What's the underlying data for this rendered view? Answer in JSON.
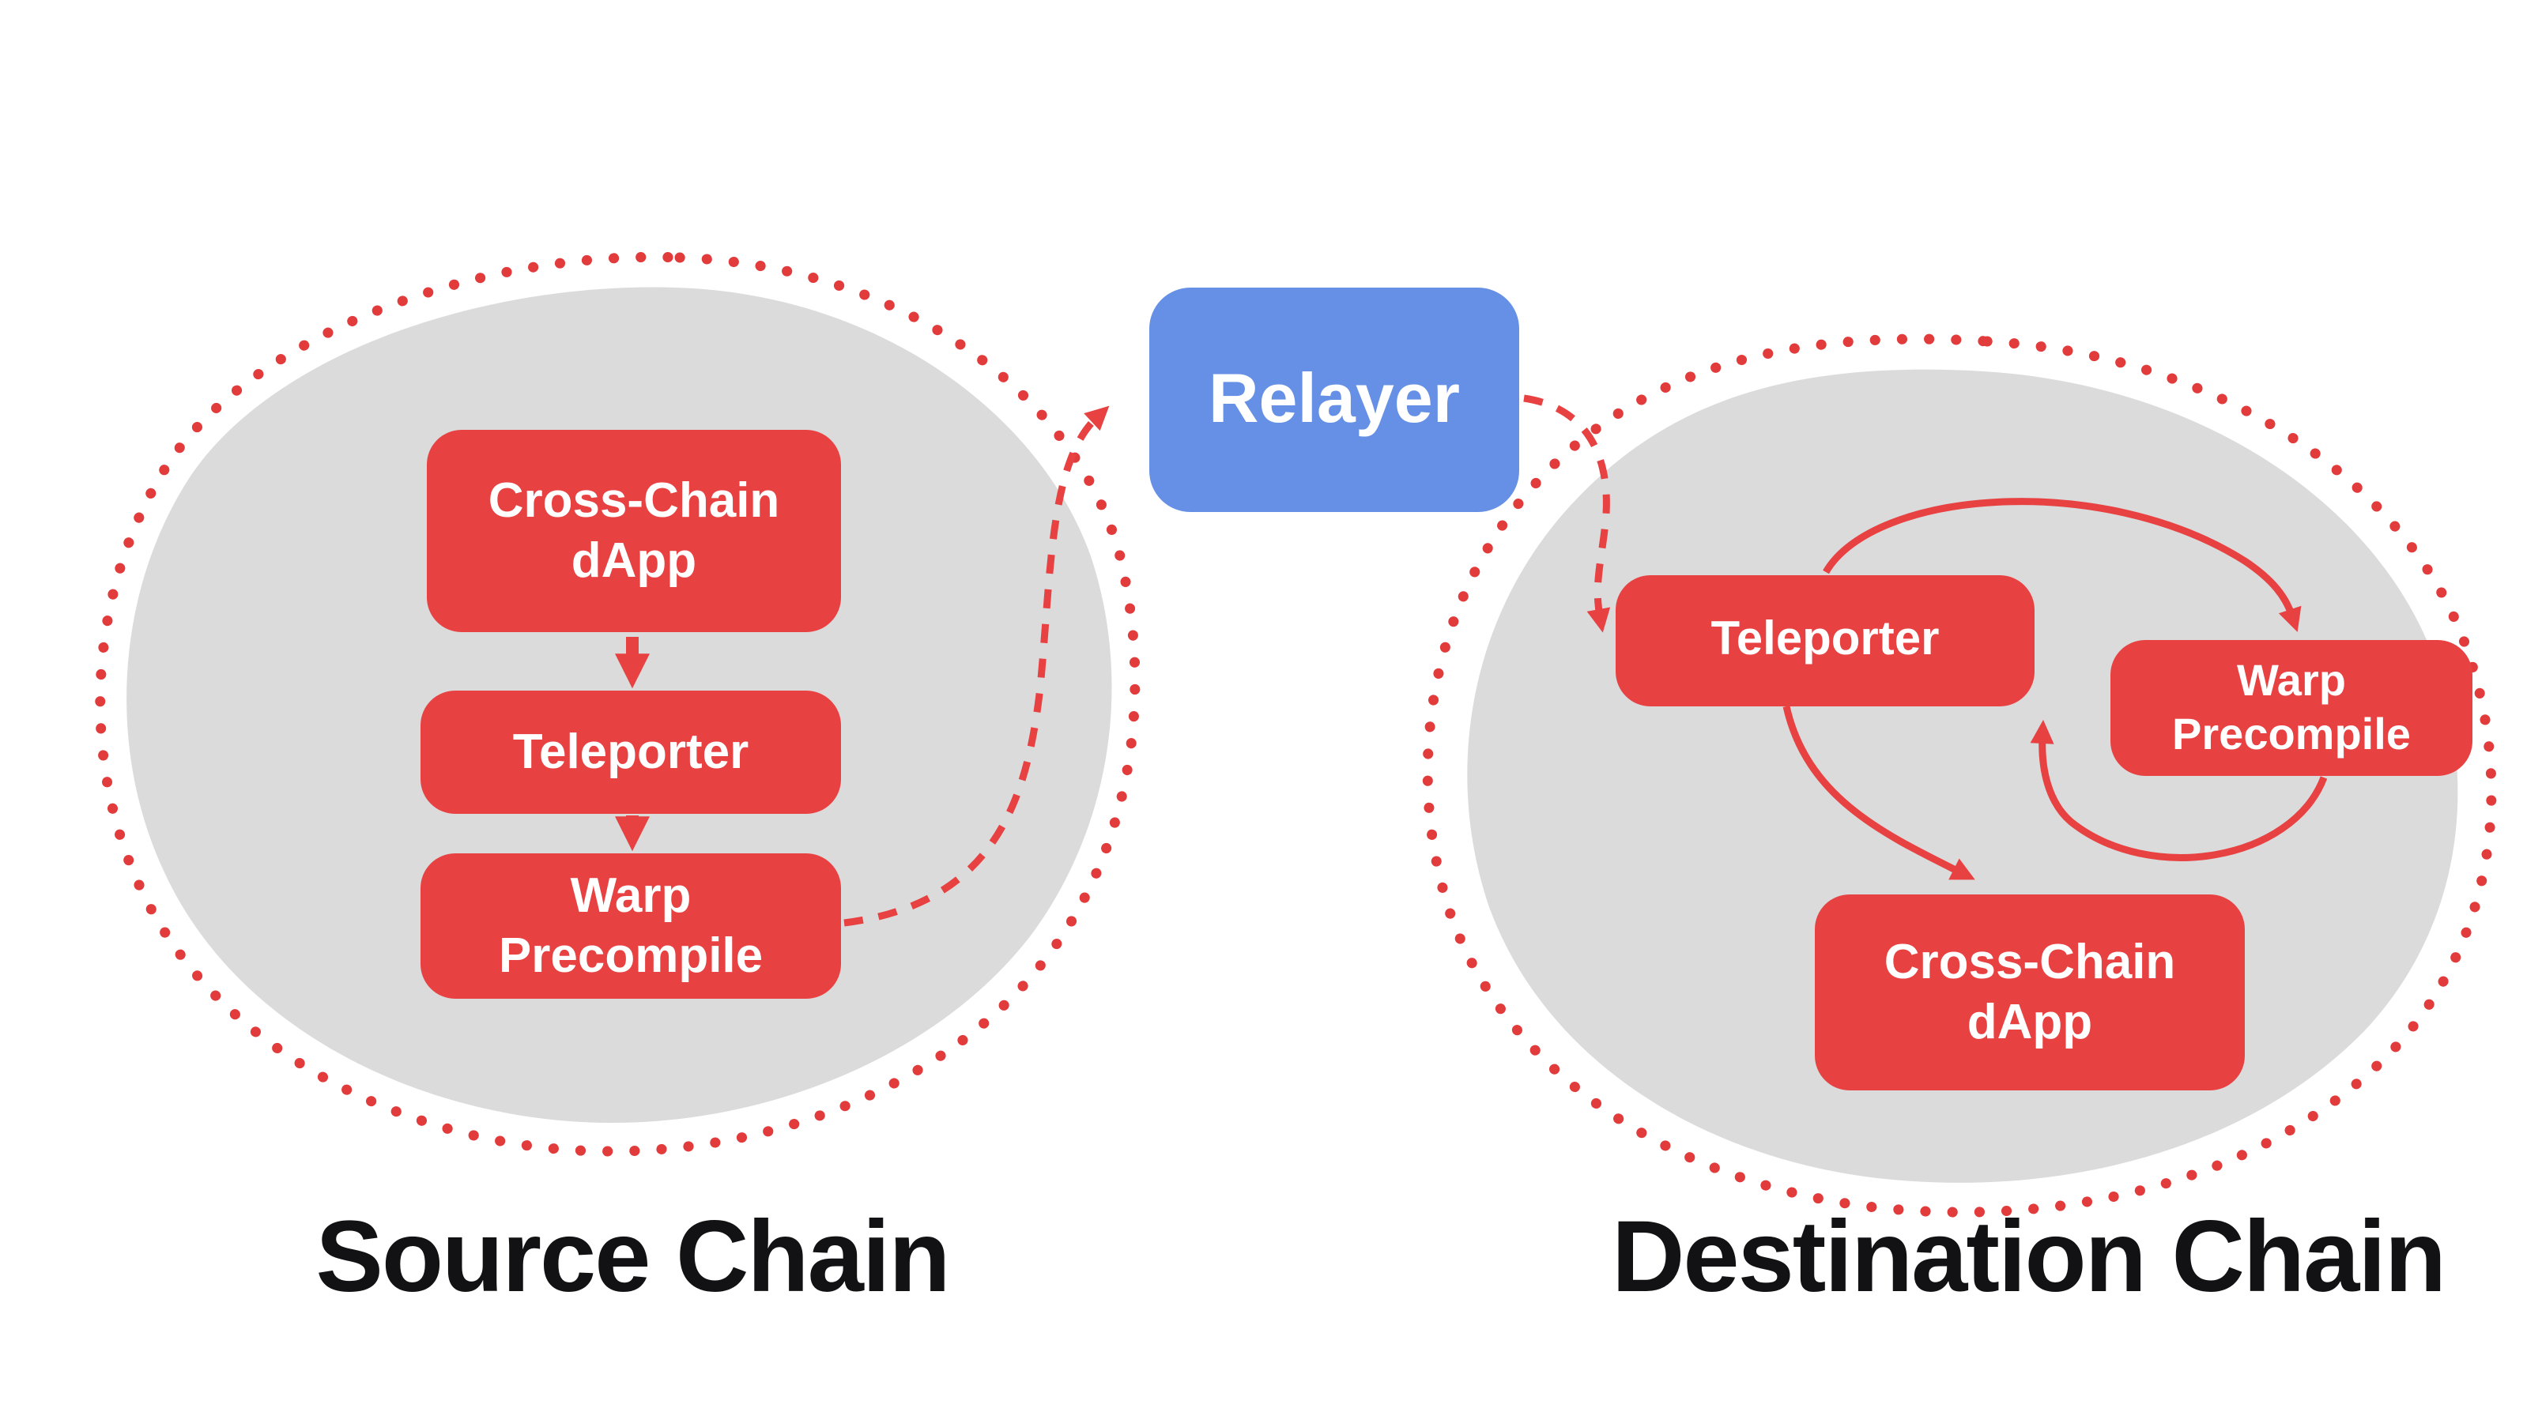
{
  "diagram": {
    "relayer": {
      "label": "Relayer"
    },
    "source_chain": {
      "label": "Source Chain",
      "nodes": {
        "dapp": "Cross-Chain dApp",
        "teleporter": "Teleporter",
        "warp": "Warp Precompile"
      }
    },
    "destination_chain": {
      "label": "Destination Chain",
      "nodes": {
        "teleporter": "Teleporter",
        "warp": "Warp Precompile",
        "dapp": "Cross-Chain dApp"
      }
    },
    "colors": {
      "node_red": "#E84142",
      "relayer_blue": "#6590E5",
      "blob_gray": "#DBDBDB",
      "dotted_outline_red": "#E23B3B",
      "label_color": "#121214"
    }
  }
}
